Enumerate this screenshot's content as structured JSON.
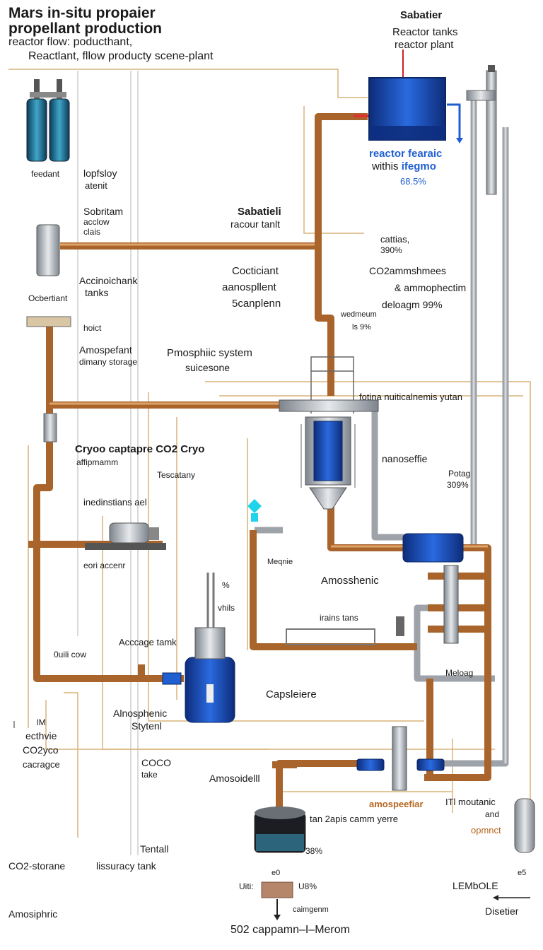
{
  "title": {
    "line1": "Mars  in-situ propaier",
    "line2": "propellant production",
    "sub1": "reactor flow: poducthant,",
    "sub2": "Reactlant, fllow producty scene-plant"
  },
  "top_right": {
    "heading": "Sabatier",
    "line1": "Reactor tanks",
    "line2": "reactor plant",
    "blue1": "reactor fearaic",
    "blue2a": "withis ",
    "blue2b": "ifegmo",
    "blue3": "68.5%"
  },
  "left_column": {
    "feedant": "feedant",
    "oxidant": "Ocbertiant",
    "left_label": "lopfsloy",
    "left_label2": "atenit",
    "sorbitam": "Sobritam",
    "acclow": "acclow",
    "clais": "clais",
    "acc1": "Accinoichank",
    "acc2": "tanks",
    "hoict": "hoict",
    "amos1": "Amospefant",
    "amos2": "dimany storage"
  },
  "middle": {
    "sab1": "Sabatieli",
    "sab2": "racour tanlt",
    "coc1": "Cocticiant",
    "coc2": "aanospllent",
    "coc3": "5canplenn",
    "pmos1": "Pmosphiic system",
    "pmos2": "suicesone",
    "right1": "cattias,",
    "right2": "390%",
    "co2a": "CO2ammshmees",
    "co2b": "& ammophectim",
    "co2c": "deloagm  99%",
    "wed1": "wedmeum",
    "wed2": "ls 9%",
    "fotina": "fotina nuiticalnemis yutan",
    "nano": "nanoseffie",
    "potag1": "Potag",
    "potag2": "309%"
  },
  "lower": {
    "cryo1": "Cryoo captapre CO2 Cryo",
    "cryo2": "affipmamm",
    "tesca": "Tescatany",
    "ined": "inedinstians ael",
    "eori": "eori accenr",
    "meqnie": "Meqnie",
    "amosh": "Amosshenic",
    "pct": "%",
    "vhils": "vhils",
    "irains": "irains tans",
    "accage": "Acccage tamk",
    "ouili": "0uili cow",
    "caps": "Capsleiere",
    "meloag": "Meloag",
    "anos1": "Alnosphenic",
    "anos2": "Stytenl",
    "lm": "lM",
    "ect1": "ecthvie",
    "ect2": "CO2yco",
    "ect3": "cacragce",
    "coco1": "COCO",
    "coco2": "take",
    "amosid": "Amosoidelll",
    "amospe": "amospeefiar",
    "itl1": "ITl moutanic",
    "itl2": "and",
    "opmnct": "opmnct",
    "tan": "tan 2apis camm yerre",
    "pct38": "38%",
    "tentall": "Tentall",
    "iiss": "lissuracy tank",
    "co2st": "CO2-storane",
    "e0a": "e0",
    "e0b": "e5",
    "uiti": "Uiti:",
    "u8": "U8%",
    "lemo": "LEMbOLE",
    "cain": "caimgenm",
    "amos_bottom": "Amosiphric",
    "bottom": "502 cappamn–I–Merom",
    "diset": "Disetier"
  },
  "colors": {
    "copper": "#b87333",
    "steel": "#a8adb3",
    "tan_line": "#d9b47a",
    "blue_tank": "#1d4fb8",
    "cyan_marker": "#1fd3ea"
  }
}
